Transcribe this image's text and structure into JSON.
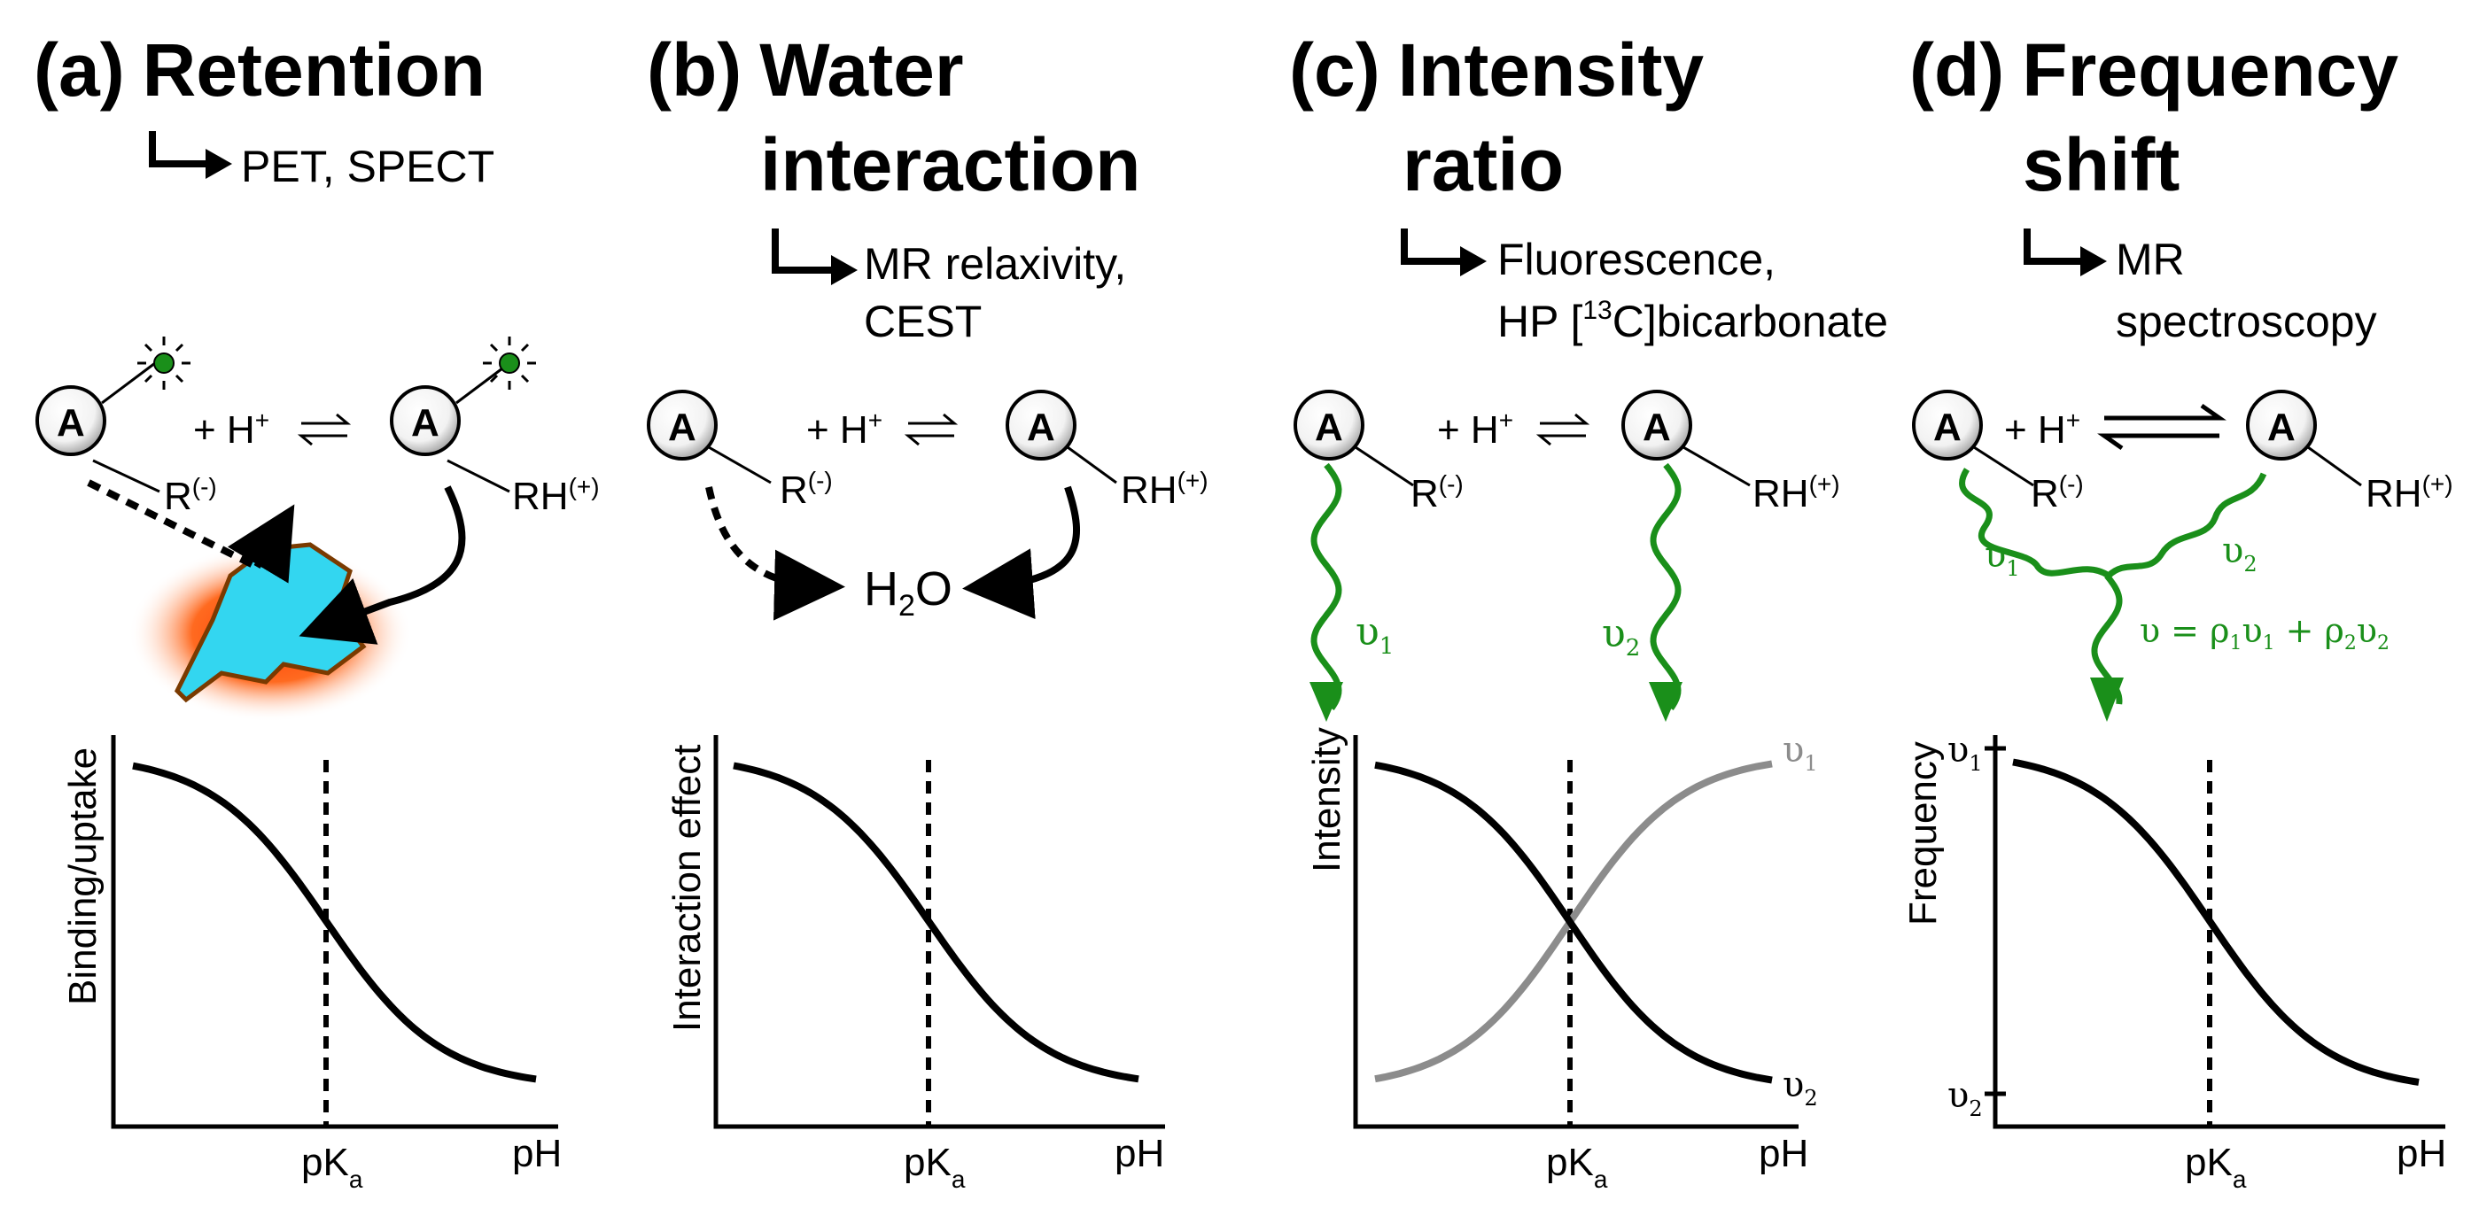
{
  "panels": [
    {
      "letter": "(a)",
      "title_lines": [
        "Retention"
      ],
      "methods": [
        "PET, SPECT"
      ],
      "species_left": "R",
      "charge_left": "(-)",
      "species_right": "RH",
      "charge_right": "(+)",
      "atom": "A",
      "proton": "+ H",
      "proton_charge": "+",
      "ylabel": "Binding/uptake",
      "xtick": "pK",
      "xtick_sub": "a",
      "xlabel": "pH",
      "curve_type": "sigmoid_down"
    },
    {
      "letter": "(b)",
      "title_lines": [
        "Water",
        "interaction"
      ],
      "methods": [
        "MR relaxivity,",
        "CEST"
      ],
      "species_left": "R",
      "charge_left": "(-)",
      "species_right": "RH",
      "charge_right": "(+)",
      "atom": "A",
      "proton": "+ H",
      "proton_charge": "+",
      "water": "H",
      "water_sub": "2",
      "water_end": "O",
      "ylabel": "Interaction effect",
      "xtick": "pK",
      "xtick_sub": "a",
      "xlabel": "pH",
      "curve_type": "sigmoid_down"
    },
    {
      "letter": "(c)",
      "title_lines": [
        "Intensity",
        "ratio"
      ],
      "methods": [
        "Fluorescence,",
        "HP [",
        "13",
        "C]bicarbonate"
      ],
      "species_left": "R",
      "charge_left": "(-)",
      "species_right": "RH",
      "charge_right": "(+)",
      "atom": "A",
      "proton": "+ H",
      "proton_charge": "+",
      "nu": "υ",
      "nu1_sub": "1",
      "nu2_sub": "2",
      "ylabel": "Intensity",
      "xtick": "pK",
      "xtick_sub": "a",
      "xlabel": "pH",
      "curve_type": "crossing_sigmoids"
    },
    {
      "letter": "(d)",
      "title_lines": [
        "Frequency",
        "shift"
      ],
      "methods": [
        "MR",
        "spectroscopy"
      ],
      "species_left": "R",
      "charge_left": "(-)",
      "species_right": "RH",
      "charge_right": "(+)",
      "atom": "A",
      "proton": "+ H",
      "proton_charge": "+",
      "nu": "υ",
      "nu1_sub": "1",
      "nu2_sub": "2",
      "equation": "υ = ρ",
      "eq_mid": "υ",
      "eq_plus": " + ρ",
      "eq_sub1": "1",
      "eq_sub2": "2",
      "ylabel": "Frequency",
      "xtick": "pK",
      "xtick_sub": "a",
      "xlabel": "pH",
      "ytick_top": "υ",
      "ytick_bottom": "υ",
      "curve_type": "sigmoid_down"
    }
  ],
  "colors": {
    "curve": "#000000",
    "grey_curve": "#8c8c8c",
    "wave_green": "#1a8f1a",
    "tumor_fill": "#33d6f0",
    "tumor_glow": "#ff5a10",
    "label_dot": "#1a8f1a"
  }
}
